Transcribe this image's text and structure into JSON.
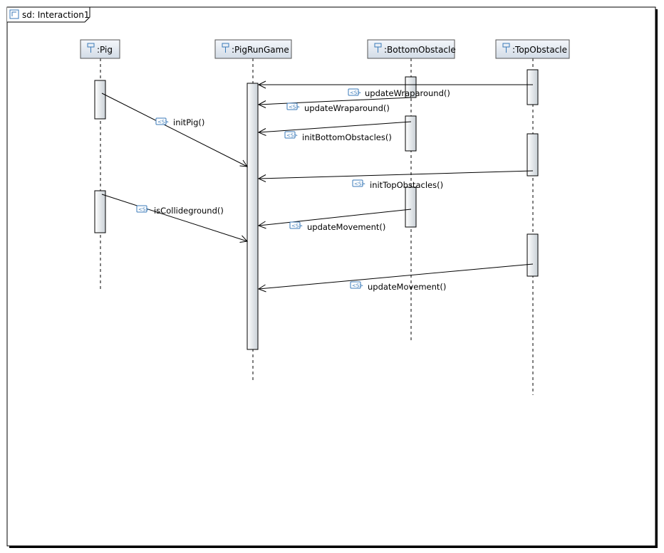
{
  "frame": {
    "title": "sd: Interaction1"
  },
  "lifelines": [
    {
      "id": "pig",
      "label": ":Pig"
    },
    {
      "id": "game",
      "label": ":PigRunGame"
    },
    {
      "id": "bottom",
      "label": ":BottomObstacle"
    },
    {
      "id": "top",
      "label": ":TopObstacle"
    }
  ],
  "messages": [
    {
      "from": "top",
      "to": "game",
      "label": "updateWraparound()"
    },
    {
      "from": "bottom",
      "to": "game",
      "label": "updateWraparound()"
    },
    {
      "from": "pig",
      "to": "game",
      "label": "initPig()"
    },
    {
      "from": "bottom",
      "to": "game",
      "label": "initBottomObstacles()"
    },
    {
      "from": "top",
      "to": "game",
      "label": "initTopObstacles()"
    },
    {
      "from": "pig",
      "to": "game",
      "label": "isCollideground()"
    },
    {
      "from": "bottom",
      "to": "game",
      "label": "updateMovement()"
    },
    {
      "from": "top",
      "to": "game",
      "label": "updateMovement()"
    }
  ],
  "colors": {
    "head_fill_top": "#f4f7fb",
    "head_fill_bottom": "#d2dbe6",
    "activation_fill_top": "#ffffff",
    "activation_fill_bottom": "#c9d0d6",
    "stroke": "#000000",
    "icon": "#3a7ab8"
  }
}
